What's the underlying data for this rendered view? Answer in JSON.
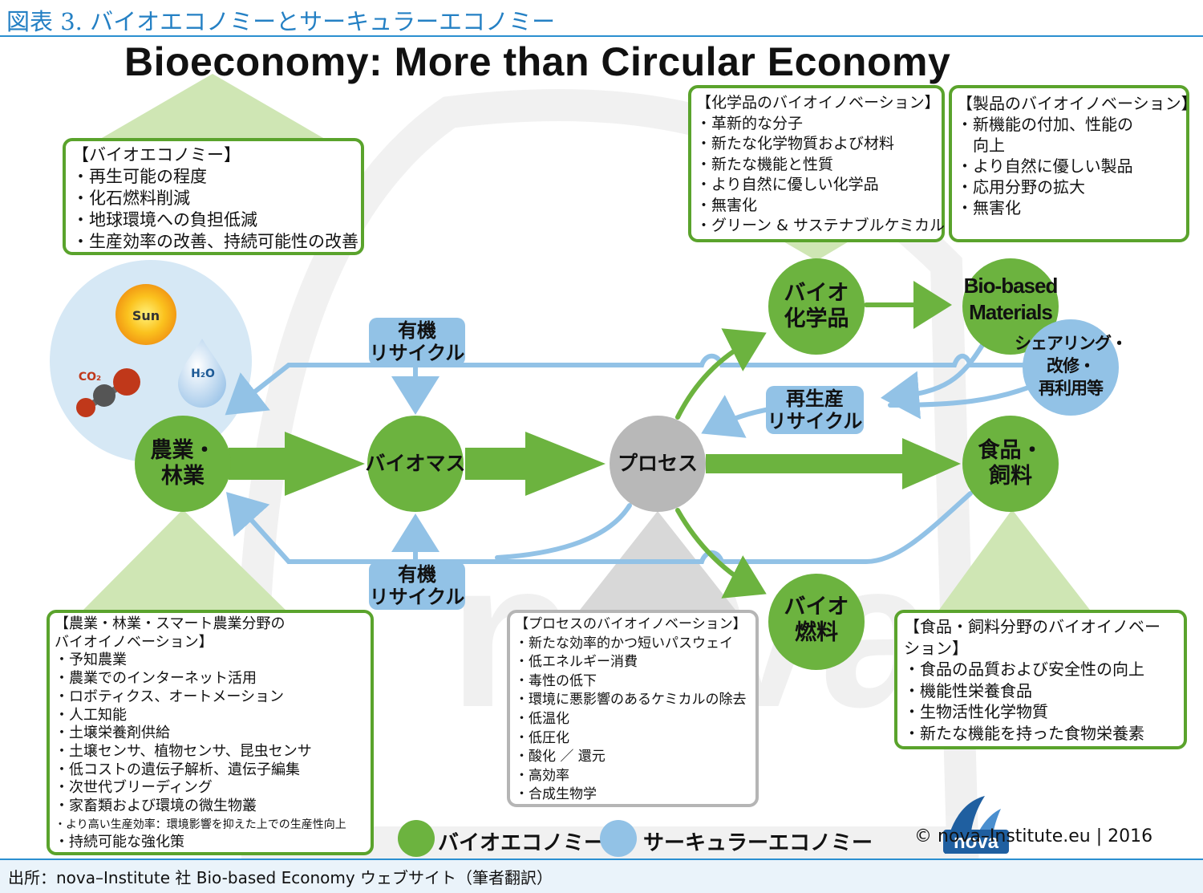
{
  "figure_label": "図表 3. バイオエコノミーとサーキュラーエコノミー",
  "title": "Bioeconomy: More than Circular Economy",
  "colors": {
    "bioeconomy": "#6cb33f",
    "circular": "#92c2e6",
    "process": "#b8b8b8",
    "box_border": "#5aa32c"
  },
  "inputs": {
    "sun": "Sun",
    "co2": "CO₂",
    "h2o": "H₂O"
  },
  "nodes": {
    "agri": "農業・\n林業",
    "biomass": "バイオマス",
    "process": "プロセス",
    "biochem": "バイオ\n化学品",
    "biomaterials": "Bio-based\nMaterials",
    "food": "食品・\n飼料",
    "biofuel": "バイオ\n燃料",
    "sharing": "シェアリング・\n改修・\n再利用等"
  },
  "recycle_tags": {
    "organic_top": "有機\nリサイクル",
    "organic_bottom": "有機\nリサイクル",
    "regeneration": "再生産\nリサイクル"
  },
  "boxes": {
    "bioeconomy": {
      "title": "【バイオエコノミー】",
      "items": [
        "・再生可能の程度",
        "・化石燃料削減",
        "・地球環境への負担低減",
        "・生産効率の改善、持続可能性の改善"
      ]
    },
    "chemicals": {
      "title": "【化学品のバイオイノベーション】",
      "items": [
        "・革新的な分子",
        "・新たな化学物質および材料",
        "・新たな機能と性質",
        "・より自然に優しい化学品",
        "・無害化",
        "・グリーン & サステナブルケミカル"
      ]
    },
    "products": {
      "title": "【製品のバイオイノベーション】",
      "items": [
        "・新機能の付加、性能の",
        "　向上",
        "・より自然に優しい製品",
        "・応用分野の拡大",
        "・無害化"
      ]
    },
    "agriculture": {
      "title": "【農業・林業・スマート農業分野の",
      "title2": "バイオイノベーション】",
      "items": [
        "・予知農業",
        "・農業でのインターネット活用",
        "・ロボティクス、オートメーション",
        "・人工知能",
        "・土壌栄養剤供給",
        "・土壌センサ、植物センサ、昆虫センサ",
        "・低コストの遺伝子解析、遺伝子編集",
        "・次世代ブリーディング",
        "・家畜類および環境の微生物叢",
        "・より高い生産効率：環境影響を抑えた上での生産性向上",
        "・持続可能な強化策"
      ]
    },
    "process": {
      "title": "【プロセスのバイオイノベーション】",
      "items": [
        "・新たな効率的かつ短いパスウェイ",
        "・低エネルギー消費",
        "・毒性の低下",
        "・環境に悪影響のあるケミカルの除去",
        "・低温化",
        "・低圧化",
        "・酸化 ／ 還元",
        "・高効率",
        "・合成生物学"
      ]
    },
    "food": {
      "title": "【食品・飼料分野のバイオイノベー",
      "title2": "ション】",
      "items": [
        "・食品の品質および安全性の向上",
        "・機能性栄養食品",
        "・生物活性化学物質",
        "・新たな機能を持った食物栄養素"
      ]
    }
  },
  "legend": {
    "bioeconomy": "バイオエコノミー",
    "circular": "サーキュラーエコノミー"
  },
  "credit": "© nova–Institute.eu | 2016",
  "credit_logo": "nova",
  "source": "出所：nova–Institute 社 Bio-based Economy ウェブサイト（筆者翻訳）"
}
